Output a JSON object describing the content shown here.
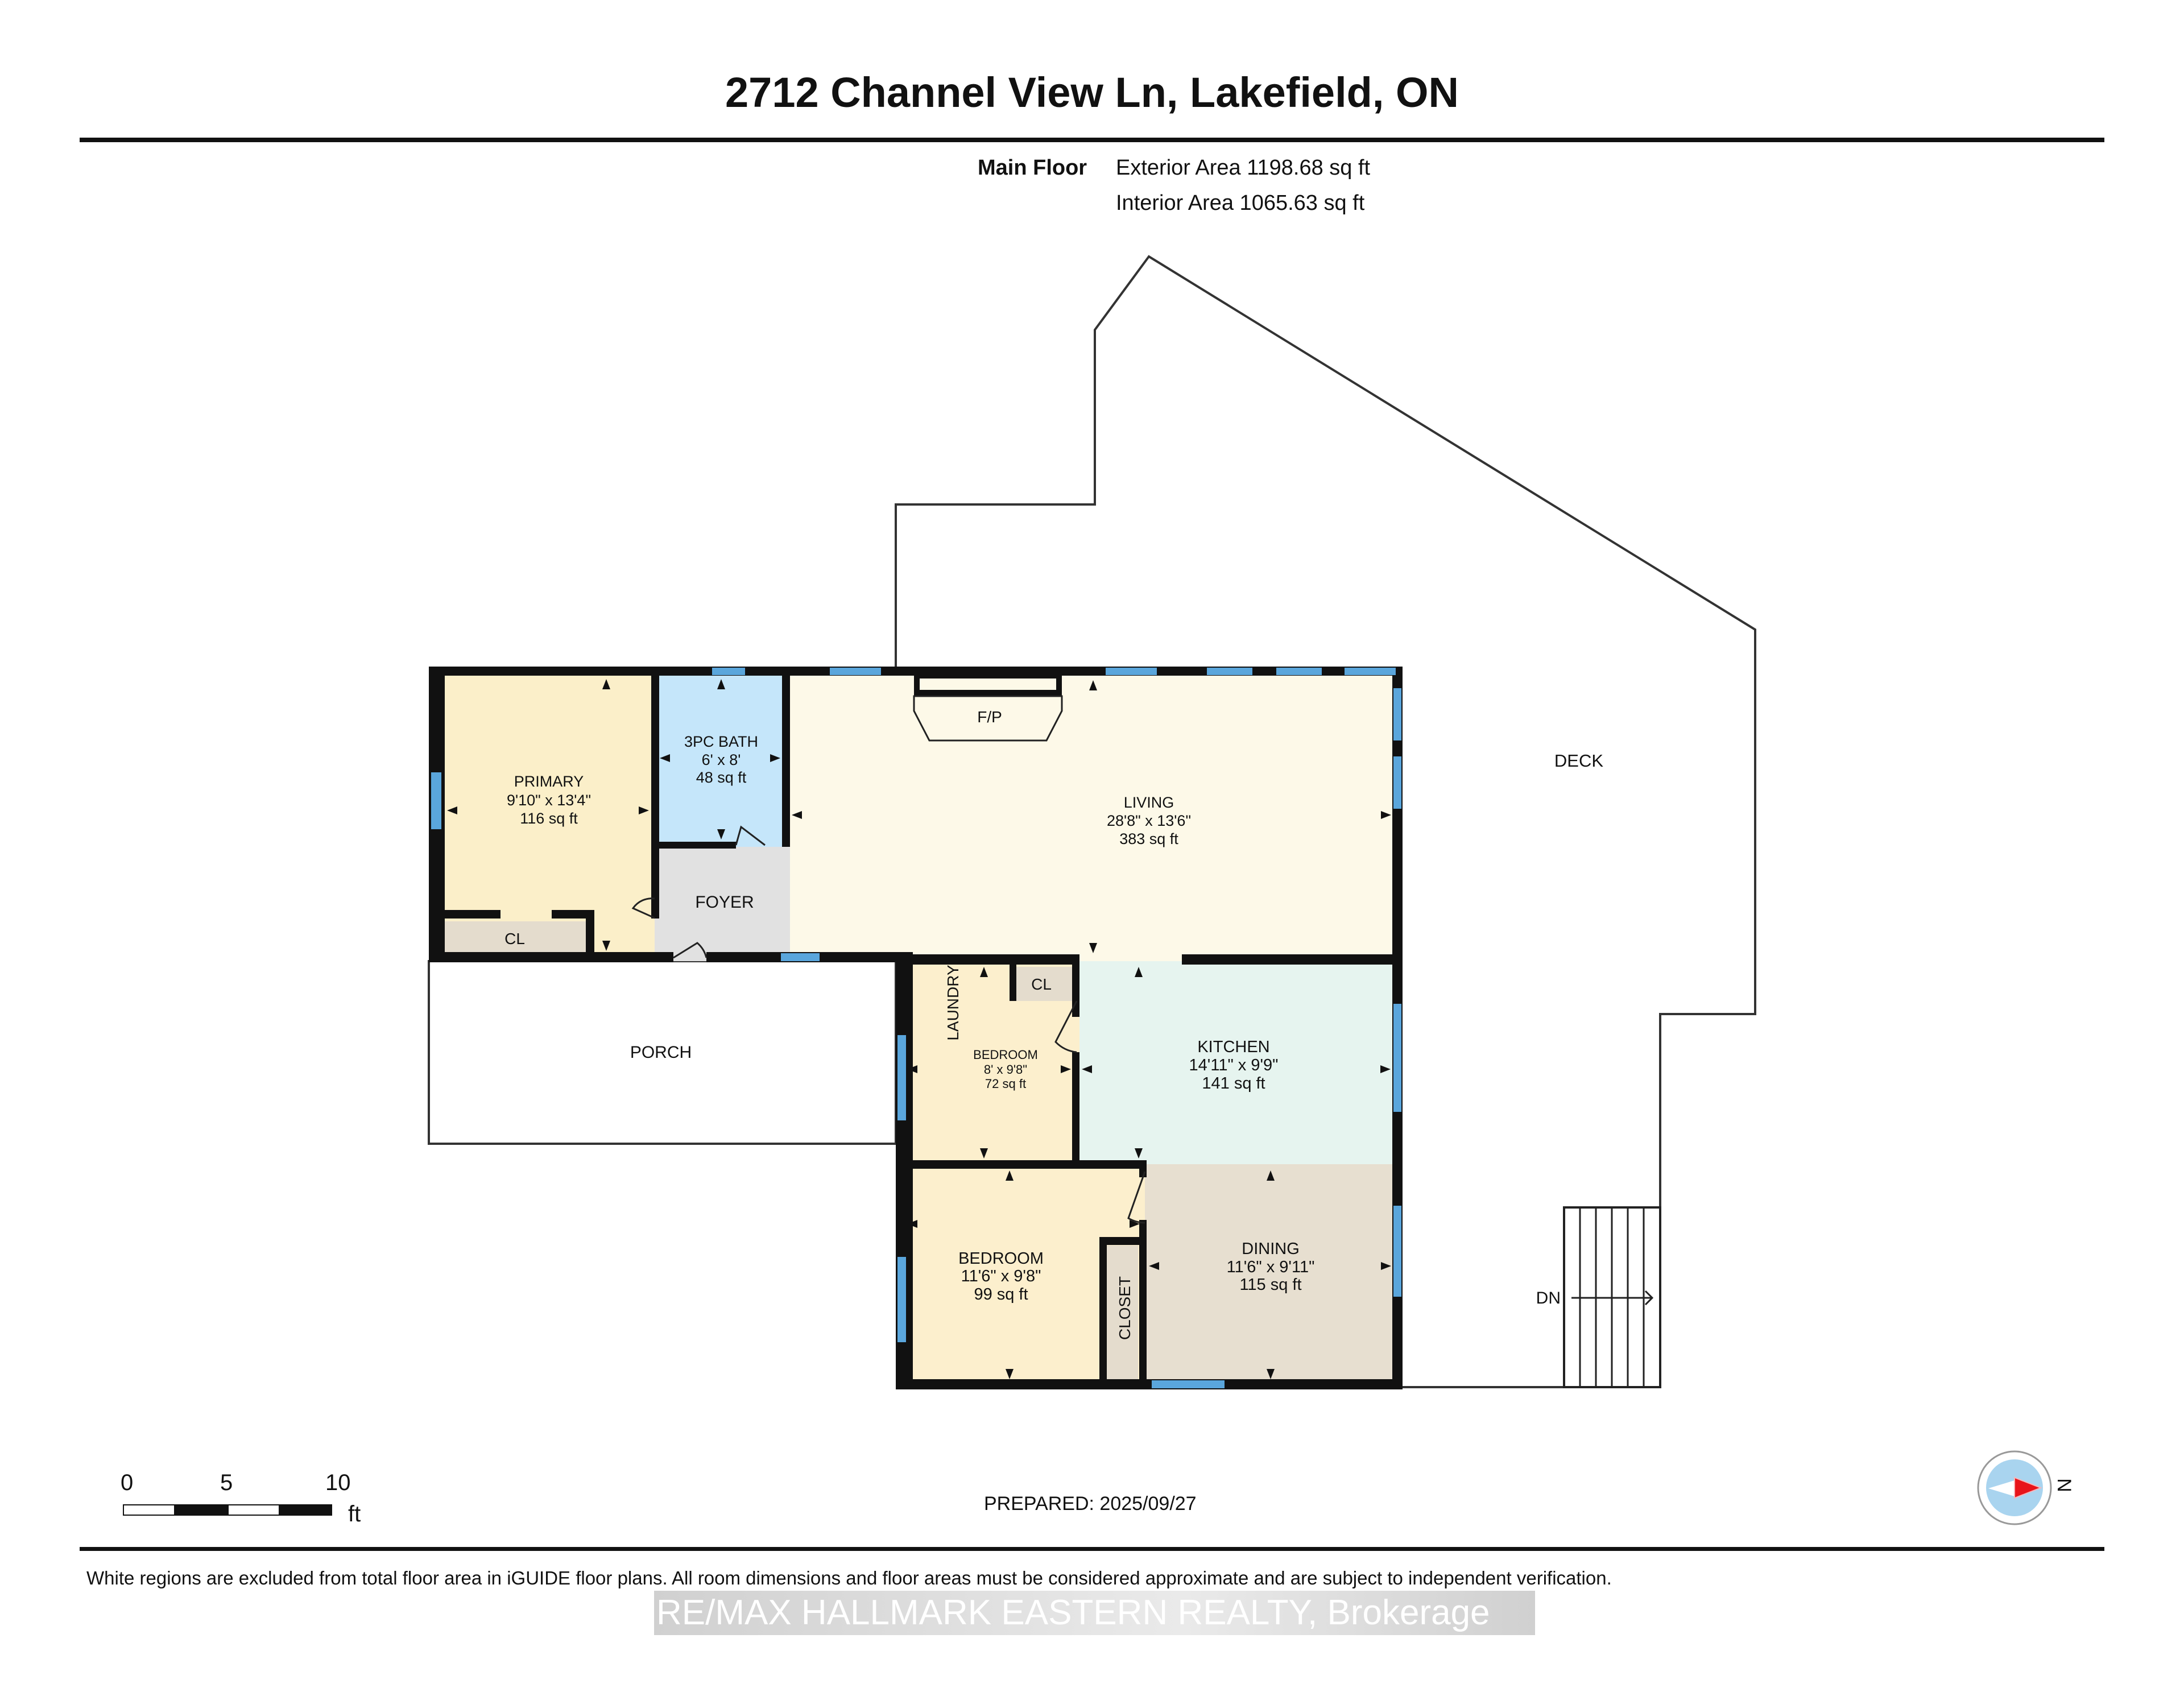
{
  "header": {
    "title": "2712 Channel View Ln, Lakefield, ON",
    "floor_label": "Main Floor",
    "exterior_area": "Exterior Area 1198.68 sq ft",
    "interior_area": "Interior Area 1065.63 sq ft"
  },
  "rooms": [
    {
      "id": "primary",
      "name": "PRIMARY",
      "dims": "9'10\" x 13'4\"",
      "area": "116 sq ft",
      "color": "#fbefc9"
    },
    {
      "id": "bath",
      "name": "3PC BATH",
      "dims": "6' x 8'",
      "area": "48 sq ft",
      "color": "#c5e6fa"
    },
    {
      "id": "foyer",
      "name": "FOYER",
      "color": "#e1e1e1"
    },
    {
      "id": "living",
      "name": "LIVING",
      "dims": "28'8\" x 13'6\"",
      "area": "383 sq ft",
      "color": "#fdf9e8"
    },
    {
      "id": "bedroom_small",
      "name": "BEDROOM",
      "dims": "8' x 9'8\"",
      "area": "72 sq ft",
      "color": "#fcefcd"
    },
    {
      "id": "kitchen",
      "name": "KITCHEN",
      "dims": "14'11\" x 9'9\"",
      "area": "141 sq ft",
      "color": "#e6f4ef"
    },
    {
      "id": "bedroom",
      "name": "BEDROOM",
      "dims": "11'6\" x 9'8\"",
      "area": "99 sq ft",
      "color": "#fcefcd"
    },
    {
      "id": "dining",
      "name": "DINING",
      "dims": "11'6\" x 9'11\"",
      "area": "115 sq ft",
      "color": "#e7dfd0"
    }
  ],
  "features": {
    "fireplace": "F/P",
    "closet_primary": "CL",
    "closet_small": "CL",
    "closet_bedroom": "CLOSET",
    "laundry": "LAUNDRY",
    "porch": "PORCH",
    "deck": "DECK",
    "stairs": "DN"
  },
  "colors": {
    "wall": "#111111",
    "window": "#5aa6dc",
    "closet": "#e4dccd",
    "outline": "#333333"
  },
  "scale_bar": {
    "ticks": [
      "0",
      "5",
      "10"
    ],
    "unit": "ft"
  },
  "compass": {
    "label": "N"
  },
  "footer": {
    "prepared": "PREPARED: 2025/09/27",
    "disclaimer": "White regions are excluded from total floor area in iGUIDE floor plans. All room dimensions and floor areas must be considered approximate and are subject to independent verification.",
    "watermark": "RE/MAX HALLMARK EASTERN REALTY, Brokerage"
  }
}
